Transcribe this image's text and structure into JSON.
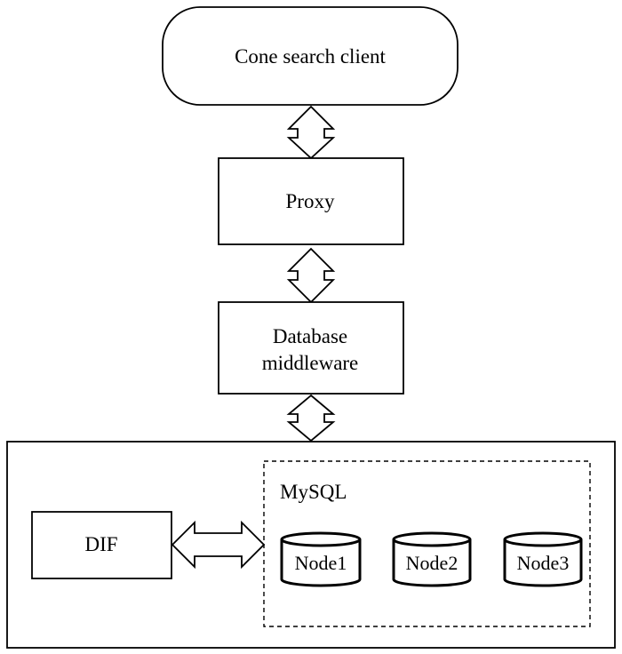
{
  "nodes": {
    "client": "Cone search client",
    "proxy": "Proxy",
    "middleware_line1": "Database",
    "middleware_line2": "middleware",
    "dif": "DIF",
    "mysql": "MySQL",
    "node1": "Node1",
    "node2": "Node2",
    "node3": "Node3"
  }
}
